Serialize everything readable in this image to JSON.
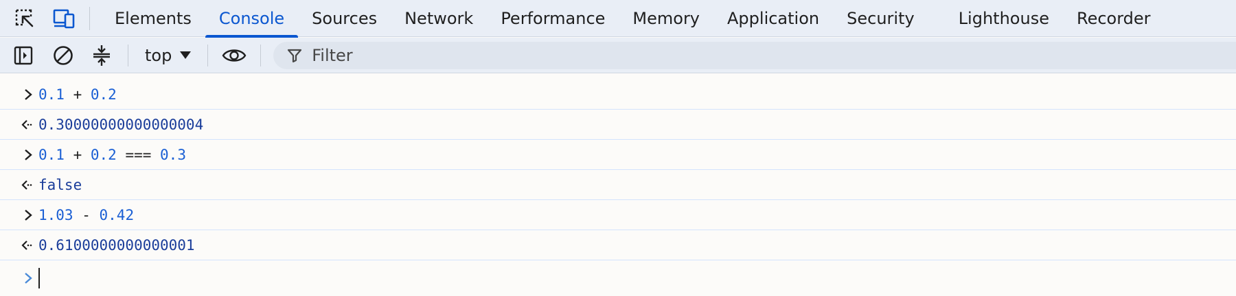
{
  "tabs": [
    {
      "label": "Elements"
    },
    {
      "label": "Console"
    },
    {
      "label": "Sources"
    },
    {
      "label": "Network"
    },
    {
      "label": "Performance"
    },
    {
      "label": "Memory"
    },
    {
      "label": "Application"
    },
    {
      "label": "Security"
    },
    {
      "label": "Lighthouse"
    },
    {
      "label": "Recorder"
    }
  ],
  "active_tab": "Console",
  "toolbar": {
    "context_label": "top",
    "filter_placeholder": "Filter"
  },
  "console": {
    "entries": [
      {
        "kind": "input",
        "tokens": [
          "0.1",
          " + ",
          "0.2"
        ]
      },
      {
        "kind": "output",
        "text": "0.30000000000000004"
      },
      {
        "kind": "input",
        "tokens": [
          "0.1",
          " + ",
          "0.2",
          " === ",
          "0.3"
        ]
      },
      {
        "kind": "output",
        "text": "false"
      },
      {
        "kind": "input",
        "tokens": [
          "1.03",
          " - ",
          "0.42"
        ]
      },
      {
        "kind": "output",
        "text": "0.6100000000000001"
      }
    ]
  },
  "colors": {
    "accent": "#0b57d0",
    "number": "#1a5fd4",
    "result": "#1a3d9a",
    "toolbar_bg": "#e9eef6",
    "console_bg": "#fcfbf9"
  }
}
